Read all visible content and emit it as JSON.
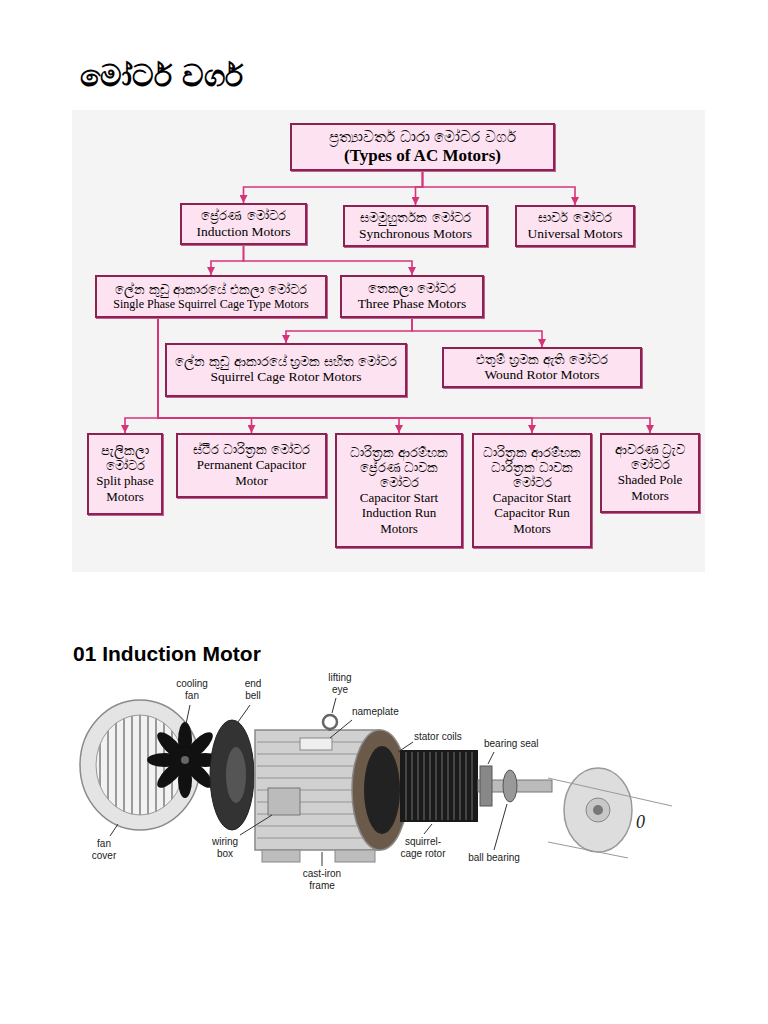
{
  "diagram": {
    "title": "මෝටර් වර්ග",
    "nodes": [
      {
        "text": [
          "ප්‍රත්‍යාවර්ත ධාරා මෝටර වර්ග",
          "(Types of AC Motors)"
        ]
      },
      {
        "text": [
          "ප්‍රේරණ මෝටර",
          "Induction Motors"
        ]
      },
      {
        "text": [
          "සමමුහුර්තක මෝටර",
          "Synchronous Motors"
        ]
      },
      {
        "text": [
          "සාර්ව මෝටර",
          "Universal Motors"
        ]
      },
      {
        "text": [
          "ලේන කුඩු ආකාරයේ එකලා මෝටර",
          "Single Phase Squirrel Cage Type Motors"
        ]
      },
      {
        "text": [
          "තෙකලා මෝටර",
          "Three Phase Motors"
        ]
      },
      {
        "text": [
          "ලේන කුඩු ආකාරයේ භ්‍රමක සහිත මෝටර",
          "Squirrel Cage Rotor Motors"
        ]
      },
      {
        "text": [
          "එතුම් භ්‍රමක ඇති මෝටර",
          "Wound Rotor Motors"
        ]
      },
      {
        "text": [
          "පැලිකලා මෝටර",
          "Split phase Motors"
        ]
      },
      {
        "text": [
          "ස්ථිර ධාරිත්‍රක මෝටර",
          "Permanent Capacitor Motor"
        ]
      },
      {
        "text": [
          "ධාරිත්‍රක ආරම්භක ප්‍රේරණ ධාවක මෝටර",
          "Capacitor Start Induction Run Motors"
        ]
      },
      {
        "text": [
          "ධාරිත්‍රක ආරම්භක ධාරිත්‍රක ධාවක මෝටර",
          "Capacitor Start Capacitor Run Motors"
        ]
      },
      {
        "text": [
          "ආවරණ ධ්‍රැව මෝටර",
          "Shaded Pole Motors"
        ]
      }
    ],
    "edges": [
      {
        "from": 0,
        "to": 1,
        "arrow": "to"
      },
      {
        "from": 0,
        "to": 2,
        "arrow": "to"
      },
      {
        "from": 0,
        "to": 3,
        "arrow": "to"
      },
      {
        "from": 1,
        "to": 4,
        "arrow": "to"
      },
      {
        "from": 1,
        "to": 5,
        "arrow": "to"
      },
      {
        "from": 5,
        "to": 6,
        "arrow": "to"
      },
      {
        "from": 5,
        "to": 7,
        "arrow": "to"
      },
      {
        "from": 4,
        "to": 8,
        "arrow": "to"
      },
      {
        "from": 4,
        "to": 9,
        "arrow": "to"
      },
      {
        "from": 4,
        "to": 10,
        "arrow": "to"
      },
      {
        "from": 4,
        "to": 11,
        "arrow": "to"
      },
      {
        "from": 4,
        "to": 12,
        "arrow": "to"
      }
    ],
    "labels": [
      "01 Induction Motor",
      "cooling fan",
      "end bell",
      "lifting eye",
      "nameplate",
      "stator coils",
      "bearing seal",
      "fan cover",
      "wiring box",
      "cast-iron frame",
      "squirrel-cage rotor",
      "ball bearing",
      "0"
    ]
  }
}
